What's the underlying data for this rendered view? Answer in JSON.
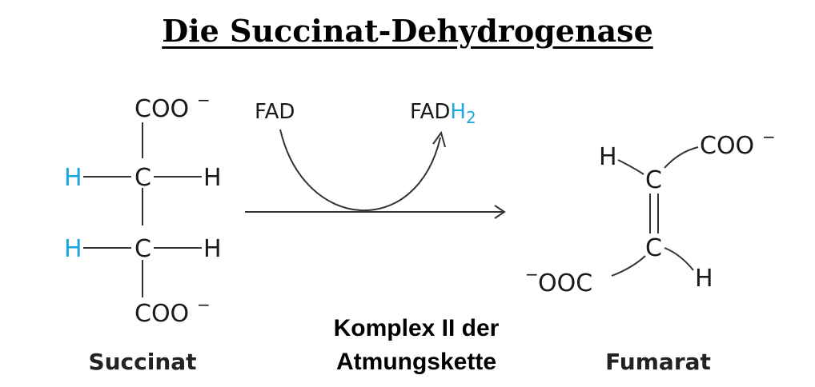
{
  "title": "Die Succinat-Dehydrogenase",
  "succinat": {
    "top_group": "COO",
    "bottom_group": "COO",
    "charge": "−",
    "carbon": "C",
    "hydrogen": "H",
    "name": "Succinat"
  },
  "reaction": {
    "cofactor_in": "FAD",
    "cofactor_out_base": "FAD",
    "cofactor_out_h": "H",
    "cofactor_out_sub": "2",
    "enzyme_line1": "Komplex II der",
    "enzyme_line2": "Atmungskette"
  },
  "fumarat": {
    "right_group": "COO",
    "left_group": "OOC",
    "charge": "−",
    "carbon": "C",
    "hydrogen": "H",
    "name": "Fumarat"
  },
  "colors": {
    "highlight_h": "#1aa6e0",
    "text": "#1a1a1a",
    "bond": "#333333"
  }
}
